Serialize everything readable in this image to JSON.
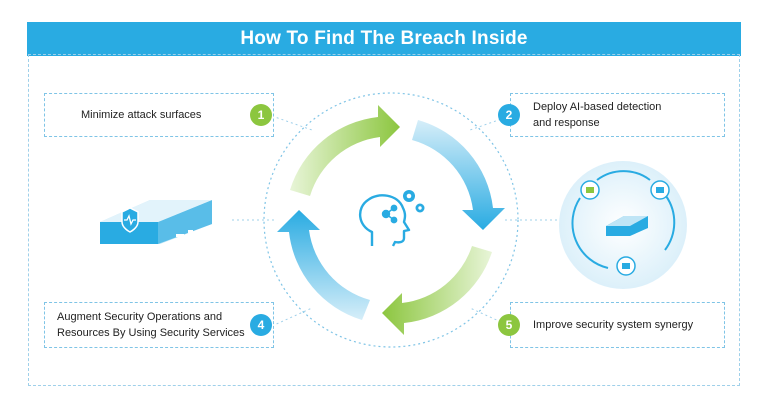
{
  "title": "How To Find The Breach Inside",
  "steps": [
    {
      "number": "1",
      "label": "Minimize attack surfaces"
    },
    {
      "number": "2",
      "label_line1": "Deploy AI-based detection",
      "label_line2": "and response"
    },
    {
      "number": "4",
      "label_line1": "Augment Security Operations and",
      "label_line2": "Resources By Using Security Services"
    },
    {
      "number": "5",
      "label": "Improve security system synergy"
    }
  ],
  "colors": {
    "blue": "#29abe2",
    "green": "#8cc63f",
    "light_blue": "#e6f4fb"
  },
  "icons": [
    "appliance-icon",
    "ai-brain-icon",
    "gear-icon",
    "network-icon"
  ]
}
